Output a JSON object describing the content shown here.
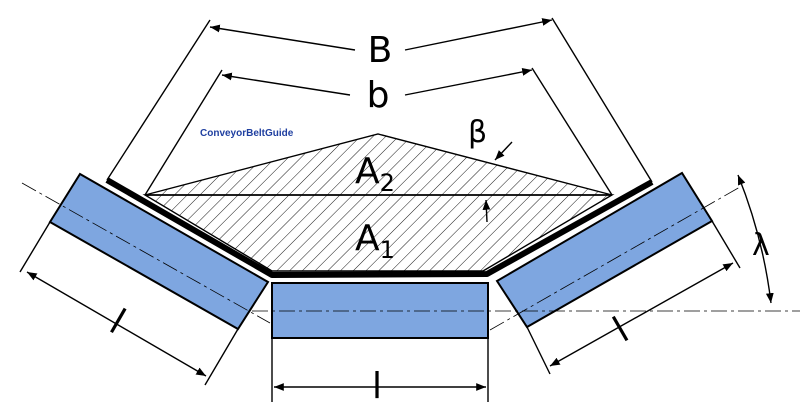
{
  "diagram": {
    "brand": "ConveyorBeltGuide",
    "labels": {
      "belt_width": "B",
      "load_width": "b",
      "upper_area": "A",
      "upper_area_sub": "2",
      "lower_area": "A",
      "lower_area_sub": "1",
      "surcharge_angle": "β",
      "trough_angle": "λ",
      "idler_length_left": "l",
      "idler_length_center": "l",
      "idler_length_right": "l"
    },
    "colors": {
      "roller_fill": "#7EA6E0",
      "roller_stroke": "#000000",
      "belt": "#000000",
      "brand_text": "#1F3FA0"
    }
  }
}
